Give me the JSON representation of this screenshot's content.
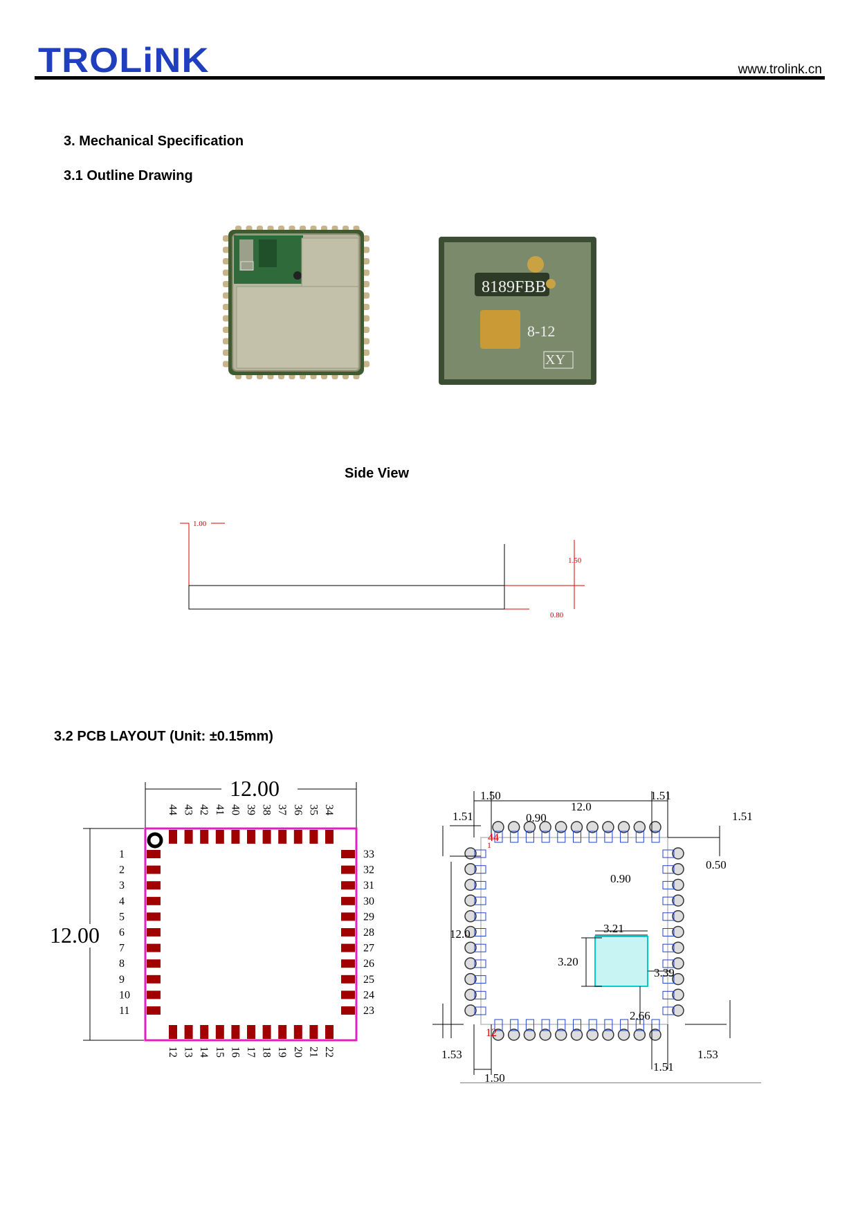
{
  "header": {
    "logo_text": "TROLiNK",
    "website": "www.trolink.cn"
  },
  "section": {
    "title": "3. Mechanical Specification",
    "outline_title": "3.1 Outline Drawing",
    "side_view_title": "Side View",
    "pcb_title": "3.2 PCB LAYOUT (Unit:  ±0.15mm)"
  },
  "photos": {
    "bottom_chip_marking": "8189FBB",
    "bottom_date_code": "8-12",
    "bottom_vendor_mark": "XY"
  },
  "side_view": {
    "width_label": "1.00",
    "height_label": "1.50",
    "thickness_label": "0.80"
  },
  "pcb_left": {
    "top_dim": "12.00",
    "left_dim": "12.00",
    "left_pins": [
      "1",
      "2",
      "3",
      "4",
      "5",
      "6",
      "7",
      "8",
      "9",
      "10",
      "11"
    ],
    "right_pins": [
      "33",
      "32",
      "31",
      "30",
      "29",
      "28",
      "27",
      "26",
      "25",
      "24",
      "23"
    ],
    "top_pins": [
      "44",
      "43",
      "42",
      "41",
      "40",
      "39",
      "38",
      "37",
      "36",
      "35",
      "34"
    ],
    "bottom_pins": [
      "12",
      "13",
      "14",
      "15",
      "16",
      "17",
      "18",
      "19",
      "20",
      "21",
      "22"
    ]
  },
  "pcb_right": {
    "dim_top_left": "1.50",
    "dim_top_right": "1.51",
    "dim_width": "12.0",
    "dim_pitch": "0.90",
    "dim_left_top": "1.51",
    "dim_right_top": "1.51",
    "dim_pad_w": "0.50",
    "dim_pad_gap": "0.90",
    "dim_height": "12.0",
    "dim_ep_w": "3.21",
    "dim_ep_h": "3.20",
    "dim_ep_x": "3.39",
    "dim_ep_y": "2.66",
    "dim_bottom_left": "1.53",
    "dim_bottom_right": "1.53",
    "dim_bottom_right2": "1.51",
    "dim_bottom_left2": "1.50",
    "pin_44": "44",
    "pin_12": "12",
    "pin_1": "1"
  }
}
